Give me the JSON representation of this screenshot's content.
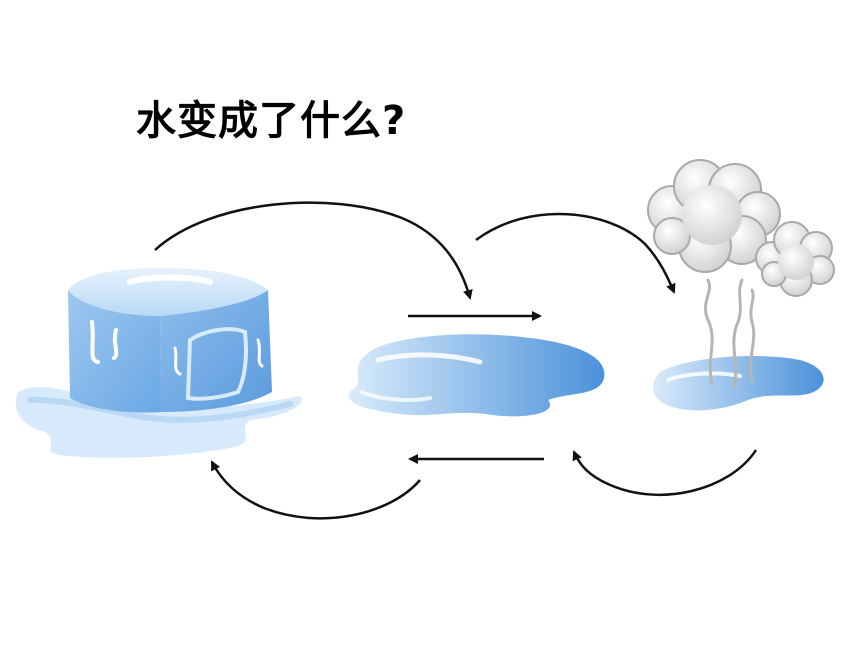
{
  "slide": {
    "title": "水变成了什么?"
  },
  "diagram": {
    "states": [
      {
        "name": "ice",
        "icon": "ice-cube-icon"
      },
      {
        "name": "water",
        "icon": "water-puddle-icon"
      },
      {
        "name": "vapor",
        "icon": "steam-cloud-icon"
      }
    ],
    "colors": {
      "ice_light": "#dcecfb",
      "ice_mid": "#a9cff2",
      "ice_dark": "#5ea1e2",
      "water_light": "#cfe5f8",
      "water_dark": "#4a90d9",
      "cloud_fill": "#f2f2f2",
      "cloud_shade": "#c9c9c9",
      "arrow": "#111111"
    }
  }
}
